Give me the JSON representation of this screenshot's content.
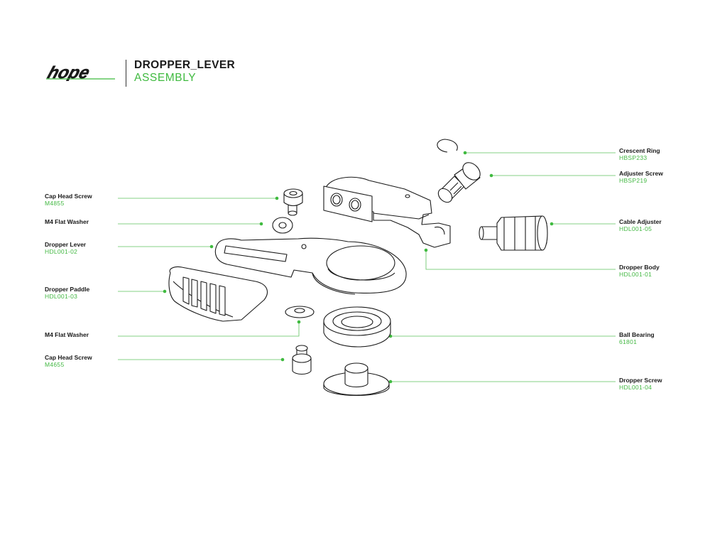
{
  "brand": {
    "logo_text": "hope"
  },
  "header": {
    "title": "DROPPER_LEVER",
    "subtitle": "ASSEMBLY"
  },
  "colors": {
    "accent": "#3fba3f",
    "text": "#1a1a1a",
    "line": "#5cc25c"
  },
  "parts_left": [
    {
      "name": "Cap Head Screw",
      "code": "M4855"
    },
    {
      "name": "M4 Flat Washer",
      "code": ""
    },
    {
      "name": "Dropper Lever",
      "code": "HDL001-02"
    },
    {
      "name": "Dropper Paddle",
      "code": "HDL001-03"
    },
    {
      "name": "M4 Flat Washer",
      "code": ""
    },
    {
      "name": "Cap Head Screw",
      "code": "M4655"
    }
  ],
  "parts_right": [
    {
      "name": "Crescent Ring",
      "code": "HBSP233"
    },
    {
      "name": "Adjuster Screw",
      "code": "HBSP219"
    },
    {
      "name": "Cable Adjuster",
      "code": "HDL001-05"
    },
    {
      "name": "Dropper Body",
      "code": "HDL001-01"
    },
    {
      "name": "Ball Bearing",
      "code": "61801"
    },
    {
      "name": "Dropper Screw",
      "code": "HDL001-04"
    }
  ]
}
